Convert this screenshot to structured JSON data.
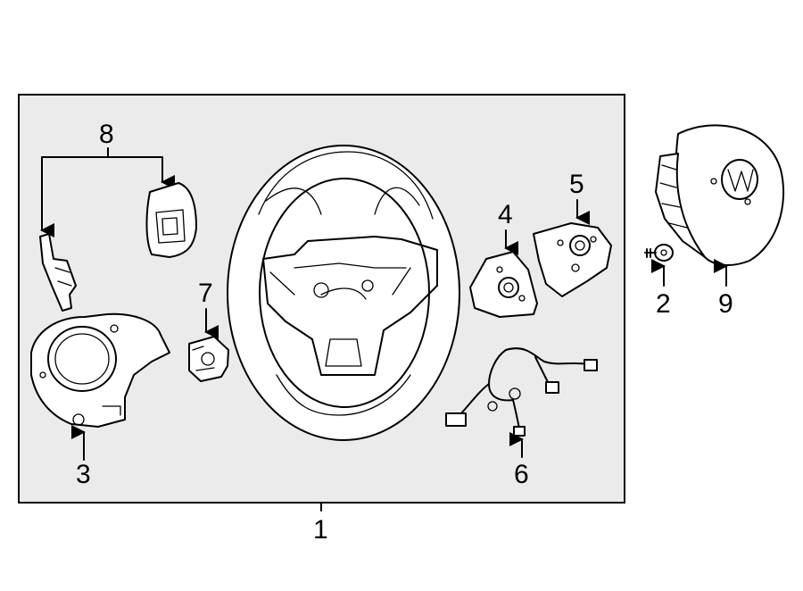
{
  "callouts": {
    "c1": "1",
    "c2": "2",
    "c3": "3",
    "c4": "4",
    "c5": "5",
    "c6": "6",
    "c7": "7",
    "c8": "8",
    "c9": "9"
  },
  "colors": {
    "line": "#000000",
    "background": "#ffffff",
    "panel": "#ebebeb"
  }
}
